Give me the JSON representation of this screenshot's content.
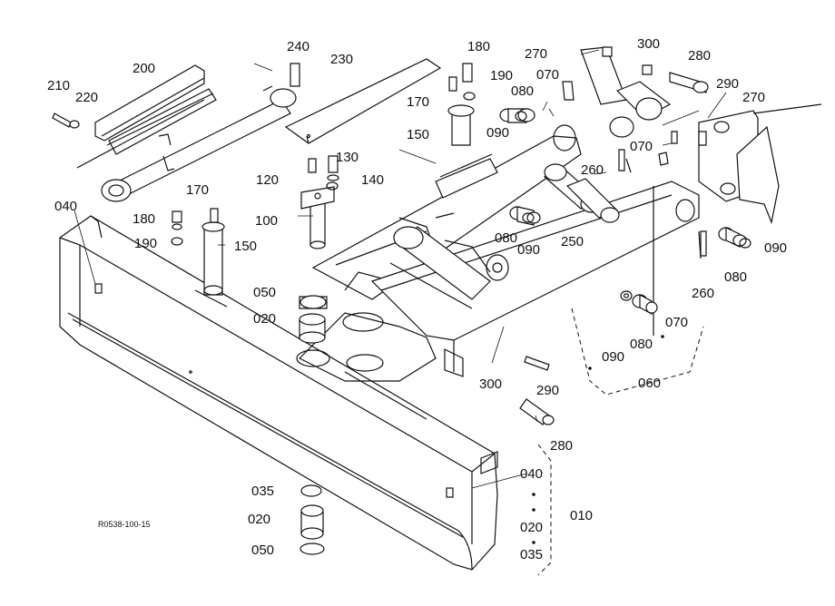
{
  "diagram_code": "R0538-100-15",
  "labels": {
    "p010": "010",
    "p020a": "020",
    "p020b": "020",
    "p020c": "020",
    "p035a": "035",
    "p035b": "035",
    "p040a": "040",
    "p040b": "040",
    "p050a": "050",
    "p050b": "050",
    "p060": "060",
    "p070a": "070",
    "p070b": "070",
    "p070c": "070",
    "p080a": "080",
    "p080b": "080",
    "p080c": "080",
    "p080d": "080",
    "p090a": "090",
    "p090b": "090",
    "p090c": "090",
    "p090d": "090",
    "p100": "100",
    "p120": "120",
    "p130": "130",
    "p140": "140",
    "p150a": "150",
    "p150b": "150",
    "p170a": "170",
    "p170b": "170",
    "p180a": "180",
    "p180b": "180",
    "p190a": "190",
    "p190b": "190",
    "p200": "200",
    "p210": "210",
    "p220": "220",
    "p230": "230",
    "p240": "240",
    "p250": "250",
    "p260a": "260",
    "p260b": "260",
    "p270a": "270",
    "p270b": "270",
    "p280a": "280",
    "p280b": "280",
    "p290a": "290",
    "p290b": "290",
    "p300a": "300",
    "p300b": "300"
  }
}
